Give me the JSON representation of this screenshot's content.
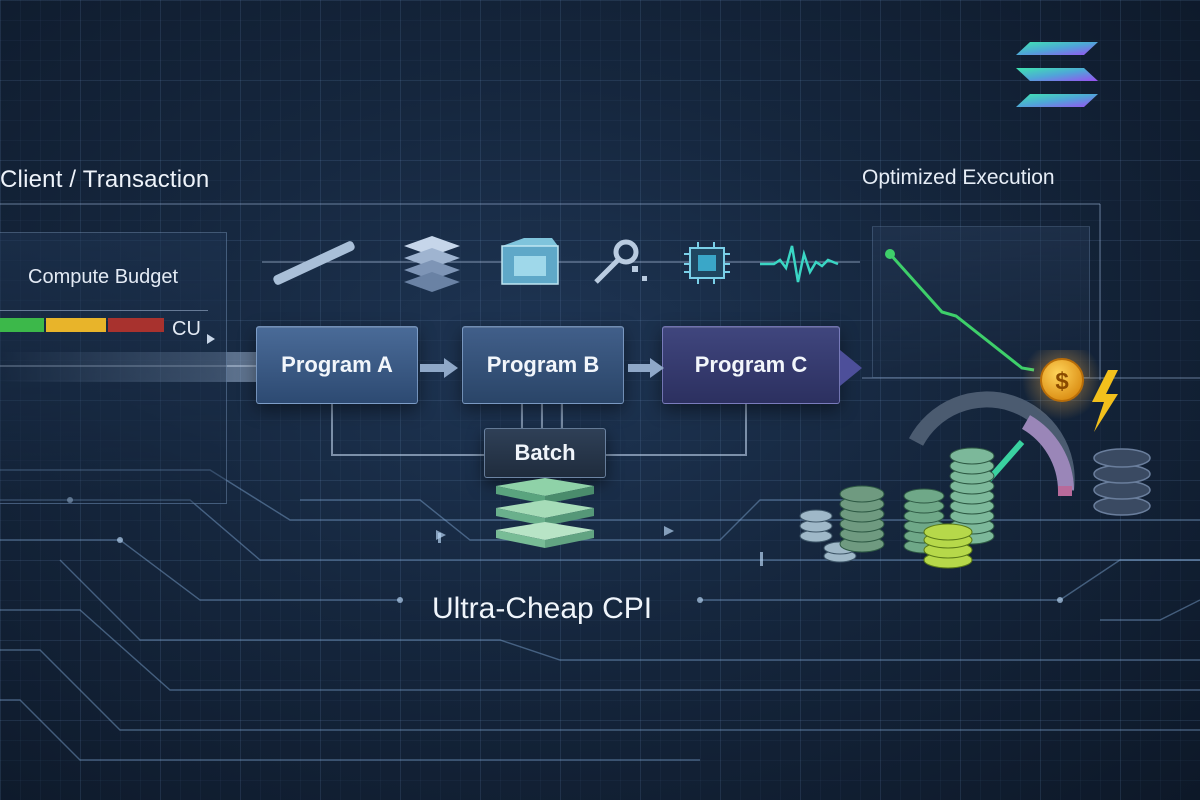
{
  "titles": {
    "client": "Client / Transaction",
    "optimized": "Optimized Execution",
    "bottom": "Ultra-Cheap CPI"
  },
  "budget": {
    "title": "Compute Budget",
    "unit": "CU",
    "segments": [
      {
        "color": "#3cb84a"
      },
      {
        "color": "#e8b42a"
      },
      {
        "color": "#a8322e"
      }
    ]
  },
  "programs": {
    "a": "Program A",
    "b": "Program B",
    "c": "Program C",
    "batch": "Batch"
  },
  "icons": [
    "wrench-icon",
    "layers-icon",
    "box-icon",
    "key-icon",
    "chip-icon",
    "waveform-icon"
  ],
  "colors": {
    "accent_teal": "#3ad6b4",
    "accent_purple": "#8a4ff0",
    "trend_green": "#3ecf6a",
    "coin_gold": "#f2a51c"
  }
}
